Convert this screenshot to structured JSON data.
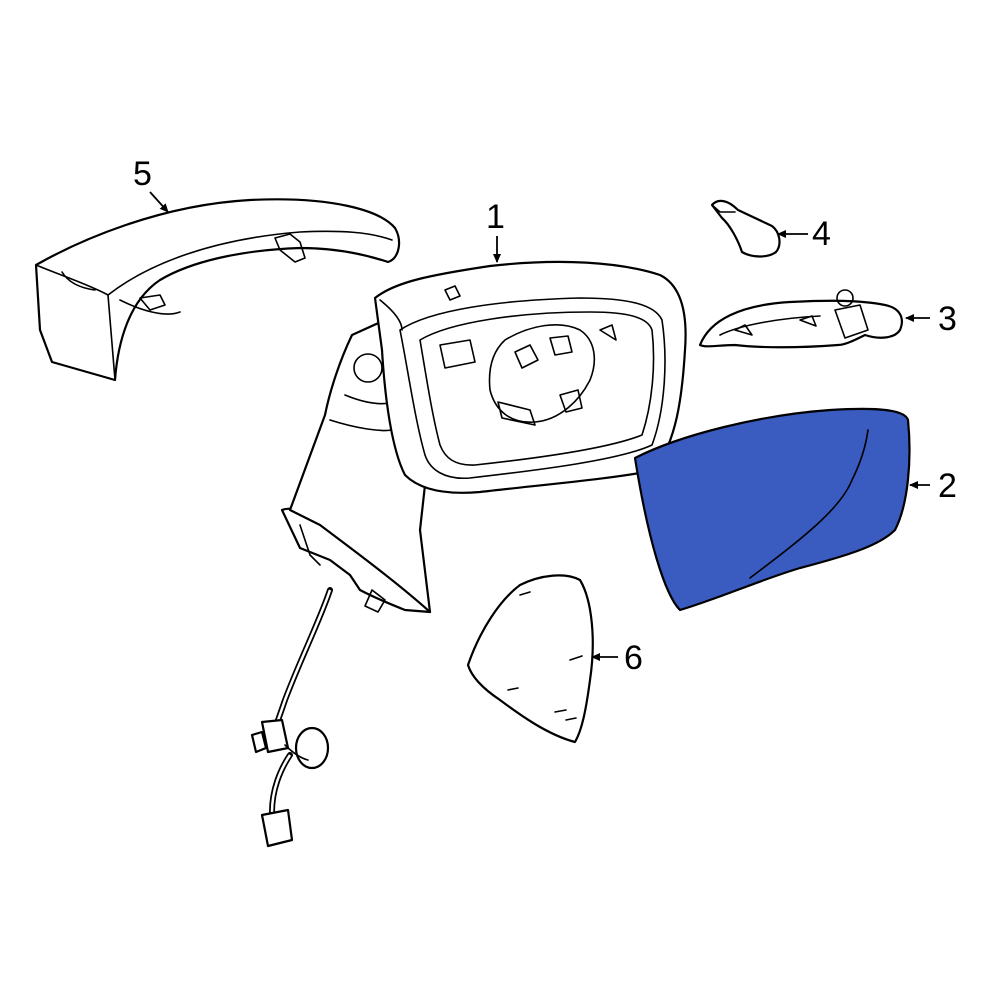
{
  "diagram": {
    "highlight_color": "#3a5bbf",
    "line_color": "#000000",
    "background": "#ffffff",
    "callouts": [
      {
        "id": "1",
        "label": "1",
        "part": "mirror-assembly"
      },
      {
        "id": "2",
        "label": "2",
        "part": "mirror-glass",
        "highlighted": true
      },
      {
        "id": "3",
        "label": "3",
        "part": "turn-signal-lamp"
      },
      {
        "id": "4",
        "label": "4",
        "part": "puddle-lamp"
      },
      {
        "id": "5",
        "label": "5",
        "part": "mirror-cover-cap"
      },
      {
        "id": "6",
        "label": "6",
        "part": "lower-cover"
      }
    ]
  }
}
